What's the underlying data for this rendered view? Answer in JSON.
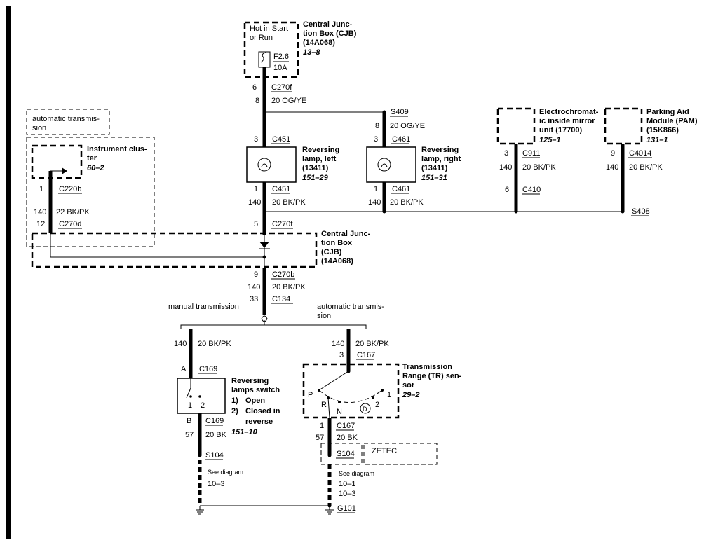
{
  "cjb_top": {
    "title": [
      "Central Junc-",
      "tion Box (CJB)",
      "(14A068)"
    ],
    "ref": "13–8",
    "hot": [
      "Hot in Start",
      "or Run"
    ],
    "fuse": "F2.6",
    "amps": "10A"
  },
  "wire_top": {
    "pin": "6",
    "conn": "C270f",
    "circuit": "8",
    "color": "20 OG/YE"
  },
  "s409": {
    "splice": "S409",
    "circuit": "8",
    "color": "20 OG/YE"
  },
  "rev_left": {
    "title": [
      "Reversing",
      "lamp, left",
      "(13411)"
    ],
    "ref": "151–29",
    "top_pin": "3",
    "top_conn": "C451",
    "bot_pin": "1",
    "bot_conn": "C451",
    "circuit": "140",
    "color": "20 BK/PK"
  },
  "rev_right": {
    "title": [
      "Reversing",
      "lamp, right",
      "(13411)"
    ],
    "ref": "151–31",
    "top_pin": "3",
    "top_conn": "C461",
    "bot_pin": "1",
    "bot_conn": "C461",
    "circuit": "140",
    "color": "20 BK/PK"
  },
  "mirror": {
    "title": [
      "Electrochromat-",
      "ic inside mirror",
      "unit (17700)"
    ],
    "ref": "125–1",
    "pin": "3",
    "conn": "C911",
    "circuit": "140",
    "color": "20 BK/PK",
    "pin2": "6",
    "conn2": "C410"
  },
  "pam": {
    "title": [
      "Parking Aid",
      "Module (PAM)",
      "(15K866)"
    ],
    "ref": "131–1",
    "pin": "9",
    "conn": "C4014",
    "circuit": "140",
    "color": "20 BK/PK",
    "splice": "S408"
  },
  "auto_trans_label": [
    "automatic transmis-",
    "sion"
  ],
  "cluster": {
    "title": "Instrument clus-",
    "title2": "ter",
    "ref": "60–2",
    "pin": "1",
    "conn": "C220b",
    "circuit": "140",
    "color": "22 BK/PK",
    "pin2": "12",
    "conn2": "C270d"
  },
  "cjb_mid": {
    "pin": "5",
    "conn": "C270f",
    "title": [
      "Central Junc-",
      "tion Box",
      "(CJB)",
      "(14A068)"
    ]
  },
  "below_cjb": {
    "pin": "9",
    "conn": "C270b",
    "circuit": "140",
    "color": "20 BK/PK",
    "pin2": "33",
    "conn2": "C134"
  },
  "branch": {
    "manual": "manual transmission",
    "auto": [
      "automatic transmis-",
      "sion"
    ]
  },
  "manual": {
    "circuit": "140",
    "color": "20 BK/PK",
    "pin_a": "A",
    "conn_a": "C169",
    "title": [
      "Reversing",
      "lamps switch"
    ],
    "states": [
      "1)",
      "Open",
      "2)",
      "Closed in",
      "reverse"
    ],
    "ref": "151–10",
    "sw1": "1",
    "sw2": "2",
    "pin_b": "B",
    "conn_b": "C169",
    "circuit_b": "57",
    "color_b": "20 BK",
    "splice": "S104",
    "see": "See diagram",
    "see_ref": "10–3"
  },
  "auto": {
    "circuit": "140",
    "color": "20 BK/PK",
    "pin_top": "3",
    "conn_top": "C167",
    "title": [
      "Transmission",
      "Range (TR) sen-",
      "sor"
    ],
    "ref": "29–2",
    "pos": [
      "P",
      "R",
      "N",
      "D",
      "2",
      "1"
    ],
    "pin_bot": "1",
    "conn_bot": "C167",
    "circuit_b": "57",
    "color_b": "20 BK",
    "splice": "S104",
    "zetec": "ZETEC",
    "see": "See diagram",
    "see_ref1": "10–1",
    "see_ref2": "10–3",
    "ground": "G101"
  }
}
